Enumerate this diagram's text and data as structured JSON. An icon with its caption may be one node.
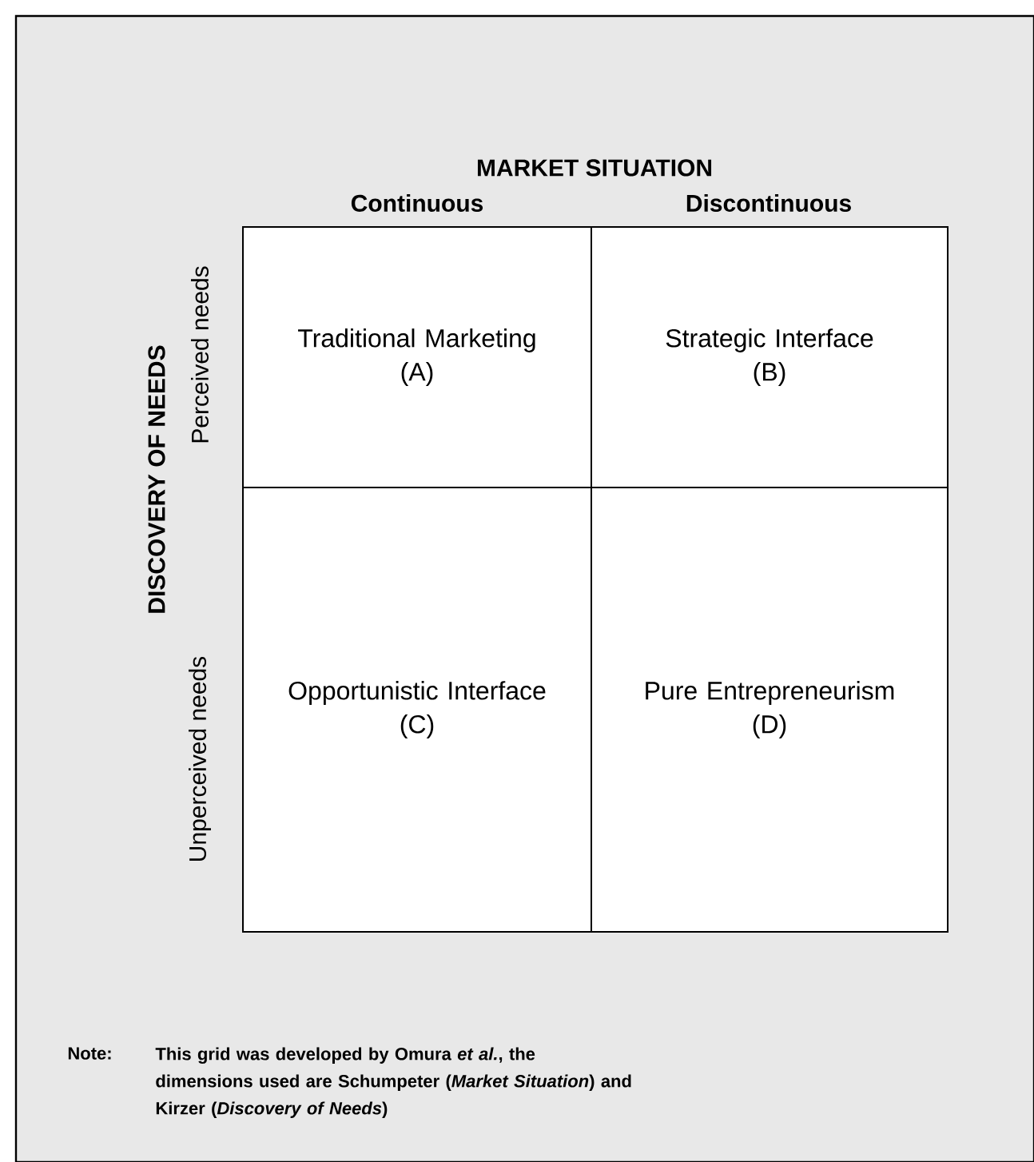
{
  "diagram": {
    "nodes": [
      {
        "text": [
          "Traditional Marketing",
          "(A)"
        ]
      },
      {
        "text": [
          "Strategic Interface",
          "(B)"
        ]
      },
      {
        "text": [
          "Opportunistic Interface",
          "(C)"
        ]
      },
      {
        "text": [
          "Pure Entrepreneurism",
          "(D)"
        ]
      }
    ],
    "labels": [
      "MARKET SITUATION",
      "Continuous",
      "Discontinuous",
      "DISCOVERY OF NEEDS",
      "Perceived needs",
      "Unperceived needs",
      "Note:",
      "This grid was developed by Omura *et al.*, the dimensions used are Schumpeter (*Market Situation*) and Kirzer (*Discovery of Needs*)"
    ]
  }
}
